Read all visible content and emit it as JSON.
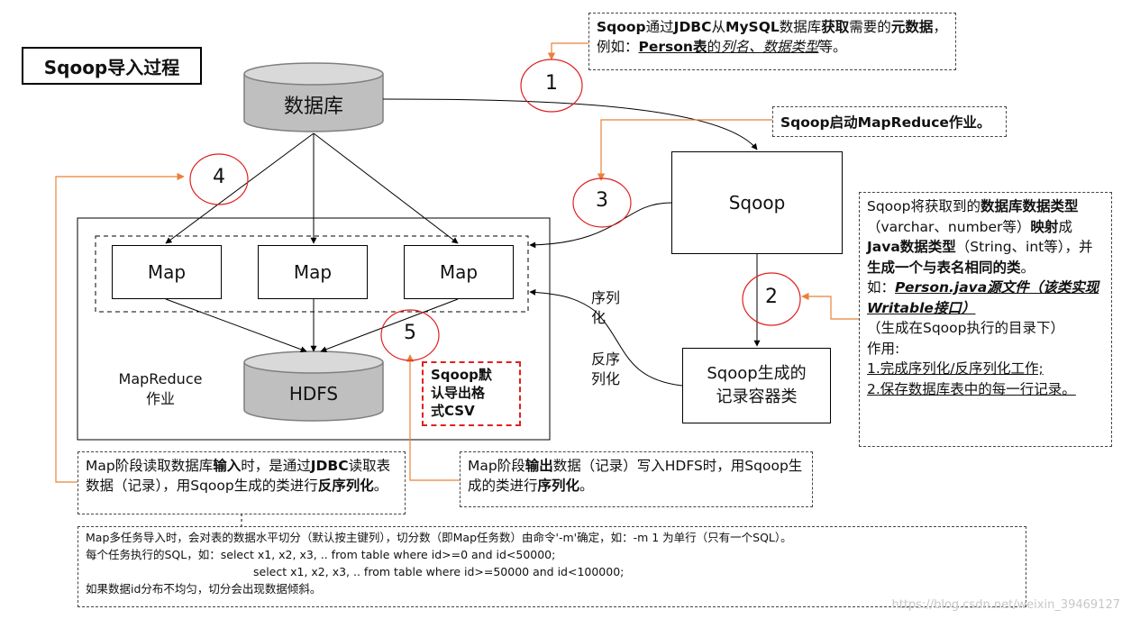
{
  "title": "Sqoop导入过程",
  "database_label": "数据库",
  "hdfs_label": "HDFS",
  "sqoop_label": "Sqoop",
  "map_labels": [
    "Map",
    "Map",
    "Map"
  ],
  "mapreduce_label": "MapReduce\n作业",
  "record_container_label": "Sqoop生成的\n记录容器类",
  "steps": [
    "1",
    "2",
    "3",
    "4",
    "5"
  ],
  "serialize_label": "序列\n化",
  "deserialize_label": "反序\n列化",
  "csv_note": "Sqoop默\n认导出格\n式CSV",
  "note1": {
    "p1": "Sqoop",
    "p2": "通过",
    "p3": "JDBC",
    "p4": "从",
    "p5": "MySQL",
    "p6": "数据库",
    "p7": "获取",
    "p8": "需要的",
    "p9": "元数据",
    "p10": "，例如：",
    "p11": "Person表",
    "p12": "的",
    "p13": "列名、数据类型",
    "p14": "等。"
  },
  "note_start": "Sqoop启动MapReduce作业。",
  "note2": {
    "p1": "Sqoop将获取到的",
    "p2": "数据库数据类型",
    "p3": "（varchar、number等）",
    "p4": "映射",
    "p5": "成",
    "p6": "Java数据类型",
    "p7": "（String、int等），并",
    "p8": "生成一个与表名相同的类",
    "p9": "。",
    "p10": "如：",
    "p11": "Person.java源文件（该类实现Writable接口）",
    "p12": "（生成在Sqoop执行的目录下）",
    "p13": "作用:",
    "p14": "1.完成序列化/反序列化工作;",
    "p15": "2.保存数据库表中的每一行记录。"
  },
  "note_map_in": {
    "p1": "Map阶段读取数据库",
    "p2": "输入",
    "p3": "时，是通过",
    "p4": "JDBC",
    "p5": "读取表数据（记录），用Sqoop生成的类进行",
    "p6": "反序列化",
    "p7": "。"
  },
  "note_map_out": {
    "p1": "Map阶段",
    "p2": "输出",
    "p3": "数据（记录）写入HDFS时，用Sqoop生成的类进行",
    "p4": "序列化",
    "p5": "。"
  },
  "note_bottom": [
    "Map多任务导入时，会对表的数据水平切分（默认按主键列），切分数（即Map任务数）由命令'-m'确定，如：-m 1 为单行（只有一个SQL）。",
    "每个任务执行的SQL，如：select x1, x2, x3, .. from table where id>=0 and id<50000;",
    "select x1, x2, x3, .. from table where id>=50000 and id<100000;",
    "如果数据id分布不均匀，切分会出现数据倾斜。"
  ],
  "watermark": "https://blog.csdn.net/weixin_39469127",
  "colors": {
    "orange": "#e8823a",
    "red": "#e02020",
    "cylinder": "#bfbfbf"
  }
}
